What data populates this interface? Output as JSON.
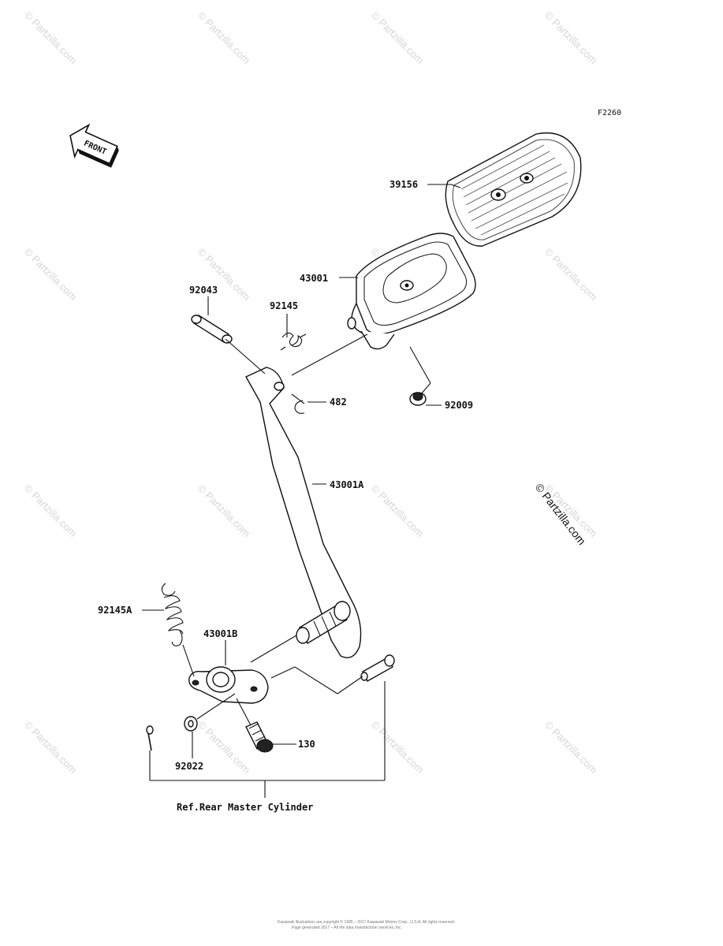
{
  "figure_code": "F2260",
  "front_arrow_text": "FRONT",
  "parts": {
    "p39156": "39156",
    "p43001": "43001",
    "p92043": "92043",
    "p92145": "92145",
    "p482": "482",
    "p92009": "92009",
    "p43001A": "43001A",
    "p92145A": "92145A",
    "p43001B": "43001B",
    "p130": "130",
    "p92022": "92022"
  },
  "reference_text": "Ref.Rear Master Cylinder",
  "watermark": "© Partzilla.com",
  "footer_line1": "Kawasaki illustrations are copyright © 1995 – 2017 Kawasaki Motors Corp., U.S.A. All rights reserved.",
  "footer_line2": "Page generated 2017 – All the data manufacturer services, Inc."
}
